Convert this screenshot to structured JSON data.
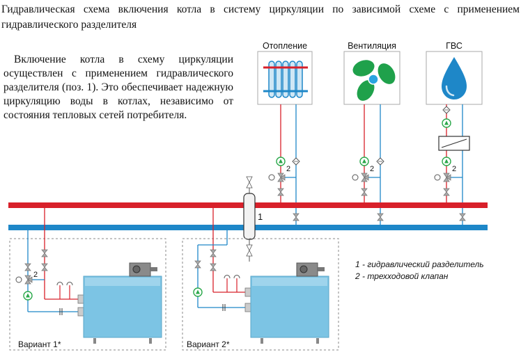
{
  "title": "Гидравлическая схема включения котла в систему циркуляции по зависимой схеме с применением гидравлического разделителя",
  "description": "Включение котла в схему циркуляции осуществлен с применением гидравлического разделителя (поз. 1). Это обеспечивает надежную циркуляцию воды в котлах, независимо от состояния тепловых сетей потребителя.",
  "consumers": {
    "heating": "Отопление",
    "ventilation": "Вентиляция",
    "dhw": "ГВС"
  },
  "markers": {
    "separator": "1",
    "valve": "2"
  },
  "legend": {
    "item1": "1 - гидравлический разделитель",
    "item2": "2 - трехходовой клапан"
  },
  "variants": {
    "v1": "Вариант 1*",
    "v2": "Вариант 2*"
  },
  "colors": {
    "supply": "#d8202a",
    "return": "#1e87c8",
    "boiler": "#7cc4e4",
    "pump": "#2aa84a",
    "fan": "#1fa14b"
  }
}
